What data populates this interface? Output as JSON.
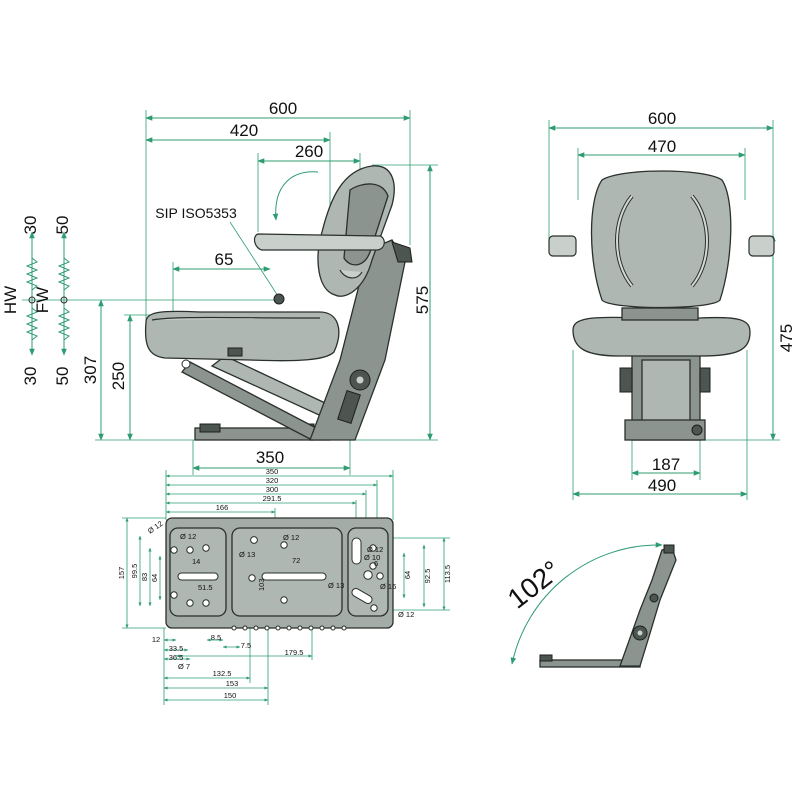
{
  "side_view": {
    "dims": {
      "width_total": "600",
      "width_420": "420",
      "width_260": "260",
      "width_65": "65",
      "base_350": "350",
      "height_575": "575",
      "height_307": "307",
      "height_250": "250"
    },
    "sip_label": "SIP ISO5353",
    "hw": {
      "label": "HW",
      "up": "30",
      "down": "30"
    },
    "fw": {
      "label": "FW",
      "up": "50",
      "down": "50"
    }
  },
  "front_view": {
    "dims": {
      "width_600": "600",
      "width_470": "470",
      "height_475": "475",
      "width_187": "187",
      "width_490": "490"
    }
  },
  "base_plate": {
    "top_dims": [
      "350",
      "320",
      "300",
      "291.5",
      "166"
    ],
    "left_dims": [
      "157",
      "99.5",
      "83",
      "64"
    ],
    "right_dims": [
      "64",
      "92.5",
      "113.5"
    ],
    "bottom_dims": [
      "12",
      "33.5",
      "36.5",
      "8.5",
      "7.5",
      "179.5",
      "132.5",
      "153",
      "150"
    ],
    "hole_labels": [
      "Ø 12",
      "Ø 12",
      "Ø 13",
      "Ø 12",
      "Ø 12",
      "Ø 10",
      "Ø 13",
      "Ø 16",
      "Ø 12",
      "Ø 7"
    ],
    "inner_dims": [
      "14",
      "51.5",
      "72",
      "103",
      "6"
    ]
  },
  "recline": {
    "angle": "102°"
  },
  "colors": {
    "dimension": "#2e9c72",
    "seat_light": "#aeb7b1",
    "seat_dark": "#8b948f",
    "outline": "#2a302c"
  }
}
